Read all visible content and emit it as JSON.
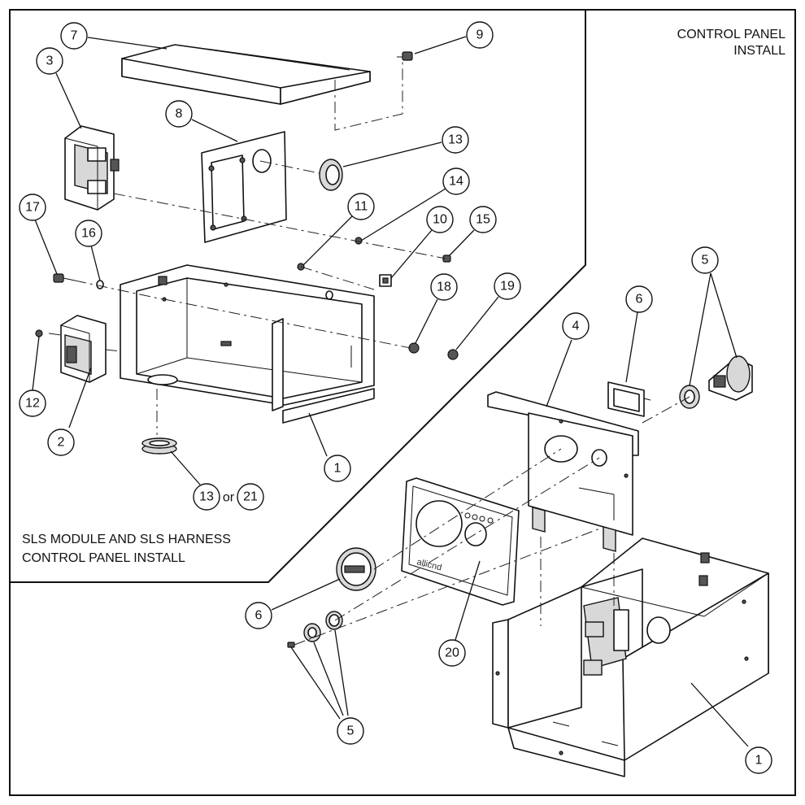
{
  "titles": {
    "control_panel_install": [
      "CONTROL PANEL",
      "INSTALL"
    ],
    "sls_install": [
      "SLS MODULE AND SLS HARNESS",
      "CONTROL PANEL INSTALL"
    ]
  },
  "callouts": [
    {
      "id": "c7",
      "label": "7"
    },
    {
      "id": "c9",
      "label": "9"
    },
    {
      "id": "c3",
      "label": "3"
    },
    {
      "id": "c8",
      "label": "8"
    },
    {
      "id": "c13a",
      "label": "13"
    },
    {
      "id": "c14",
      "label": "14"
    },
    {
      "id": "c11",
      "label": "11"
    },
    {
      "id": "c10",
      "label": "10"
    },
    {
      "id": "c15",
      "label": "15"
    },
    {
      "id": "c17",
      "label": "17"
    },
    {
      "id": "c16",
      "label": "16"
    },
    {
      "id": "c18",
      "label": "18"
    },
    {
      "id": "c19",
      "label": "19"
    },
    {
      "id": "c12",
      "label": "12"
    },
    {
      "id": "c2",
      "label": "2"
    },
    {
      "id": "c1a",
      "label": "1"
    },
    {
      "id": "c13b",
      "label": "13"
    },
    {
      "id": "c21",
      "label": "21"
    },
    {
      "id": "c5a",
      "label": "5"
    },
    {
      "id": "c6a",
      "label": "6"
    },
    {
      "id": "c4",
      "label": "4"
    },
    {
      "id": "c6b",
      "label": "6"
    },
    {
      "id": "c20",
      "label": "20"
    },
    {
      "id": "c5b",
      "label": "5"
    },
    {
      "id": "c1b",
      "label": "1"
    }
  ],
  "or_word": "or",
  "brand_text": "allicnd"
}
